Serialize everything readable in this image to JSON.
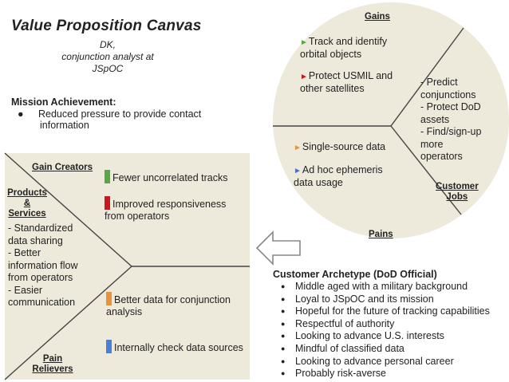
{
  "title": "Value Proposition Canvas",
  "persona": {
    "line1": "DK,",
    "line2": "conjunction analyst at",
    "line3": "JSpOC"
  },
  "mission": {
    "title": "Mission Achievement:",
    "items": [
      "Reduced pressure to provide contact information"
    ]
  },
  "customer_profile": {
    "gains_header": "Gains",
    "gains": [
      "Track and identify orbital objects",
      "Protect USMIL and other satellites"
    ],
    "jobs_header_line1": "Customer",
    "jobs_header_line2": "Jobs",
    "jobs": [
      "- Predict",
      "conjunctions",
      "- Protect DoD",
      "assets",
      "- Find/sign-up",
      "more",
      "operators"
    ],
    "pains_header": "Pains",
    "pains": [
      "Single-source data",
      "Ad hoc ephemeris data usage"
    ]
  },
  "value_map": {
    "gain_creators_header": "Gain Creators",
    "products_header_line1": "Products",
    "products_header_line2": "& Services",
    "products": [
      "- Standardized",
      "data sharing",
      "- Better",
      "information flow",
      "from operators",
      "- Easier",
      "communication"
    ],
    "gain_creators": [
      "Fewer uncorrelated tracks",
      "Improved responsiveness from operators"
    ],
    "pain_relievers_header_line1": "Pain",
    "pain_relievers_header_line2": "Relievers",
    "pain_relievers": [
      "Better data for conjunction analysis",
      "Internally check data sources"
    ]
  },
  "archetype": {
    "title": "Customer Archetype (DoD Official)",
    "items": [
      "Middle aged with a military background",
      "Loyal to JSpOC and its mission",
      "Hopeful for the future of tracking capabilities",
      "Respectful of authority",
      "Looking to advance U.S. interests",
      "Mindful of classified data",
      "Looking to advance personal career",
      "Probably risk-averse"
    ]
  },
  "colors": {
    "circle_fill": "#ede9db",
    "green": "#5aa844",
    "red": "#c8181e",
    "orange": "#e8923a",
    "blue": "#4a7fd6",
    "triangle_blue": "#4a6fc4",
    "line": "#444444"
  },
  "icons": {
    "arrow": "left-arrow-icon",
    "gain_marker": "green-triangle-icon",
    "pain_marker": "red-triangle-icon"
  }
}
